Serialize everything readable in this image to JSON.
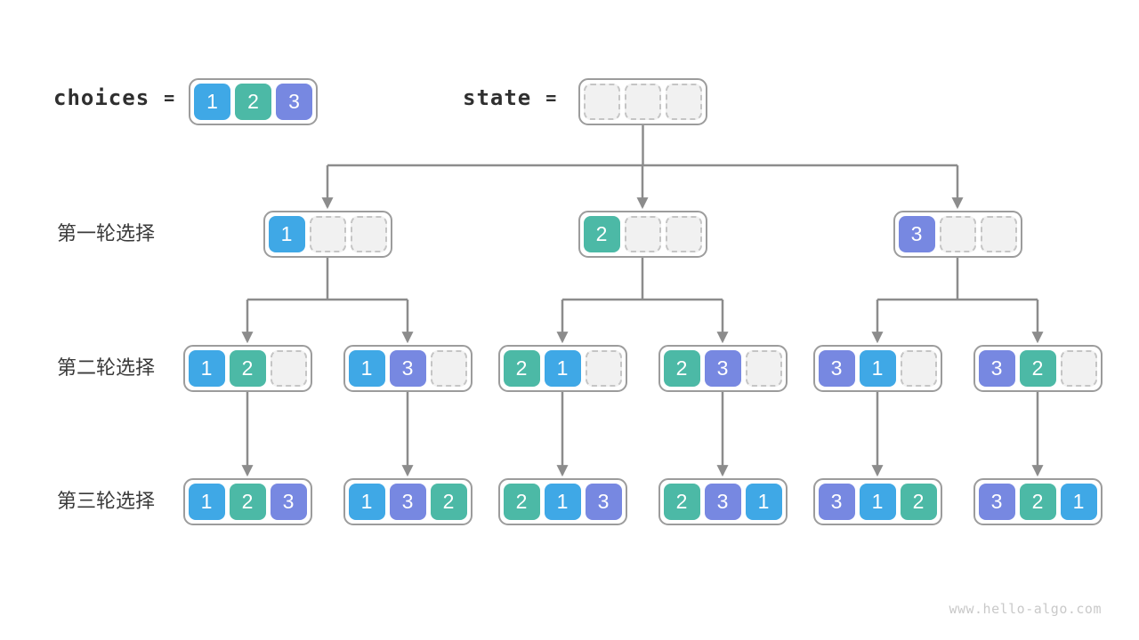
{
  "header": {
    "choices_label": "choices",
    "choices_eq": "=",
    "choices_cells": [
      "1",
      "2",
      "3"
    ],
    "state_label": "state",
    "state_eq": "=",
    "state_cells": [
      "",
      "",
      ""
    ]
  },
  "rows": [
    {
      "label": "第一轮选择",
      "boxes": [
        [
          "1",
          "",
          ""
        ],
        [
          "2",
          "",
          ""
        ],
        [
          "3",
          "",
          ""
        ]
      ]
    },
    {
      "label": "第二轮选择",
      "boxes": [
        [
          "1",
          "2",
          ""
        ],
        [
          "1",
          "3",
          ""
        ],
        [
          "2",
          "1",
          ""
        ],
        [
          "2",
          "3",
          ""
        ],
        [
          "3",
          "1",
          ""
        ],
        [
          "3",
          "2",
          ""
        ]
      ]
    },
    {
      "label": "第三轮选择",
      "boxes": [
        [
          "1",
          "2",
          "3"
        ],
        [
          "1",
          "3",
          "2"
        ],
        [
          "2",
          "1",
          "3"
        ],
        [
          "2",
          "3",
          "1"
        ],
        [
          "3",
          "1",
          "2"
        ],
        [
          "3",
          "2",
          "1"
        ]
      ]
    }
  ],
  "watermark": "www.hello-algo.com",
  "colors": {
    "cell_1": "#3FA8E6",
    "cell_2": "#4CB9A6",
    "cell_3": "#7788E1",
    "empty_cell_bg": "#F1F1F1",
    "empty_cell_border": "#C5C5C5",
    "box_border": "#9C9C9C",
    "connector": "#8C8C8C",
    "text": "#3A3A3A",
    "watermark": "#C9C9C9"
  }
}
